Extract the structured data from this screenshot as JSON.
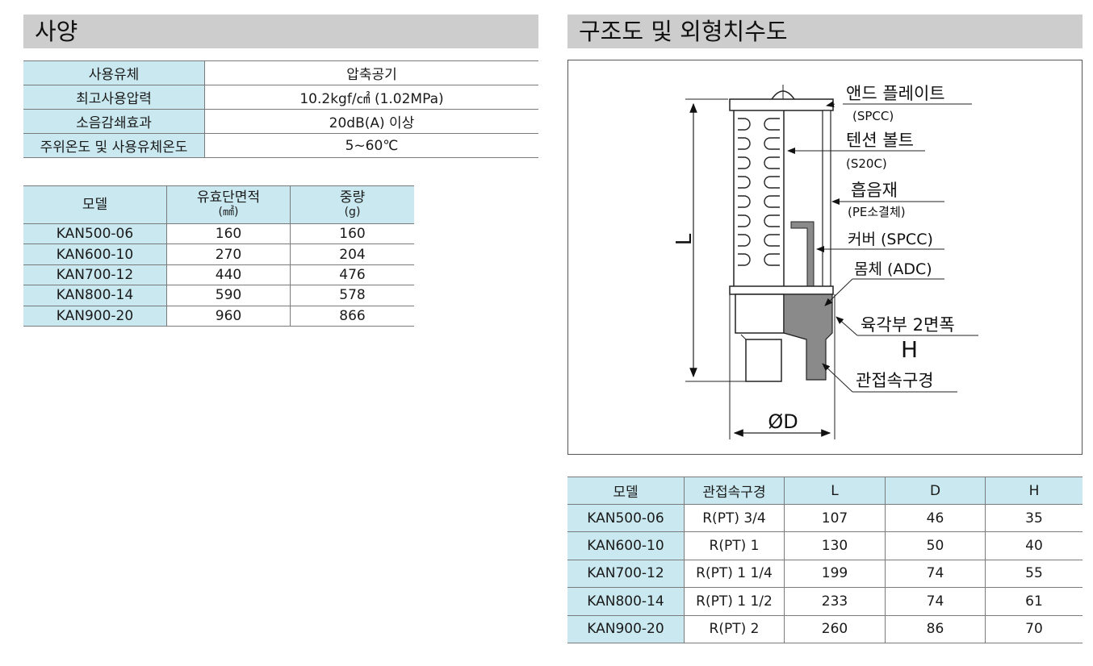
{
  "spec_section": {
    "title": "사양",
    "rows": [
      {
        "label": "사용유체",
        "value": "압축공기"
      },
      {
        "label": "최고사용압력",
        "value": "10.2kgf/㎠ (1.02MPa)"
      },
      {
        "label": "소음감쇄효과",
        "value": "20dB(A) 이상"
      },
      {
        "label": "주위온도 및 사용유체온도",
        "value": "5~60℃"
      }
    ]
  },
  "weight_table": {
    "headers": {
      "model": "모델",
      "area": "유효단면적",
      "area_unit": "(㎟)",
      "weight": "중량",
      "weight_unit": "(g)"
    },
    "rows": [
      [
        "KAN500-06",
        "160",
        "160"
      ],
      [
        "KAN600-10",
        "270",
        "204"
      ],
      [
        "KAN700-12",
        "440",
        "476"
      ],
      [
        "KAN800-14",
        "590",
        "578"
      ],
      [
        "KAN900-20",
        "960",
        "866"
      ]
    ]
  },
  "diagram_section": {
    "title": "구조도 및 외형치수도",
    "labels": {
      "end_plate": "앤드 플레이트",
      "end_plate_mat": "(SPCC)",
      "tension_bolt": "텐션 볼트",
      "tension_bolt_mat": "(S20C)",
      "absorber": "흡음재",
      "absorber_mat": "(PE소결체)",
      "cover": "커버 (SPCC)",
      "body": "몸체 (ADC)",
      "hex": "육각부 2면폭",
      "hex_symbol": "H",
      "port": "관접속구경",
      "dim_l": "L",
      "dim_d": "ØD"
    }
  },
  "dim_table": {
    "headers": [
      "모델",
      "관접속구경",
      "L",
      "D",
      "H"
    ],
    "rows": [
      [
        "KAN500-06",
        "R(PT) 3/4",
        "107",
        "46",
        "35"
      ],
      [
        "KAN600-10",
        "R(PT) 1",
        "130",
        "50",
        "40"
      ],
      [
        "KAN700-12",
        "R(PT) 1 1/4",
        "199",
        "74",
        "55"
      ],
      [
        "KAN800-14",
        "R(PT) 1 1/2",
        "233",
        "74",
        "61"
      ],
      [
        "KAN900-20",
        "R(PT) 2",
        "260",
        "86",
        "70"
      ]
    ]
  }
}
